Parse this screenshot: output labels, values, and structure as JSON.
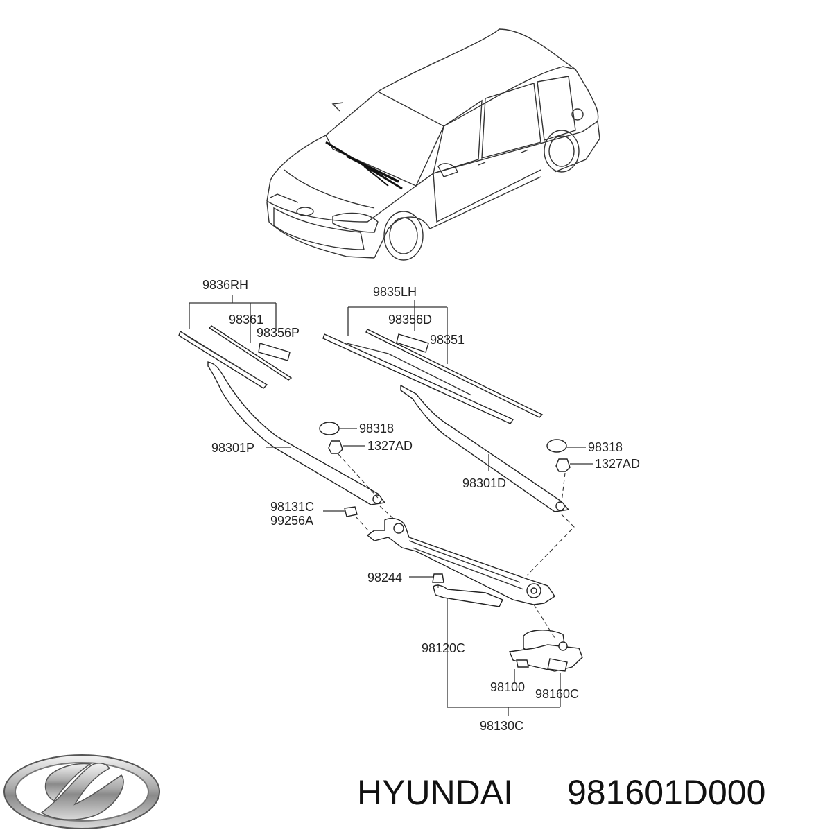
{
  "brand": "HYUNDAI",
  "part_number": "981601D000",
  "labels": {
    "rh_blade_assy": "9836RH",
    "rh_refill": "98361",
    "rh_cap": "98356P",
    "lh_blade_assy": "9835LH",
    "lh_cap": "98356D",
    "lh_refill": "98351",
    "cap_left": "98318",
    "nut_left": "1327AD",
    "arm_rh": "98301P",
    "cap_right": "98318",
    "nut_right": "1327AD",
    "arm_lh": "98301D",
    "bolt_a": "98131C",
    "bolt_b": "99256A",
    "nut_link": "98244",
    "linkage": "98120C",
    "motor": "98100",
    "crank": "98160C",
    "motor_linkage_assy": "98130C"
  }
}
